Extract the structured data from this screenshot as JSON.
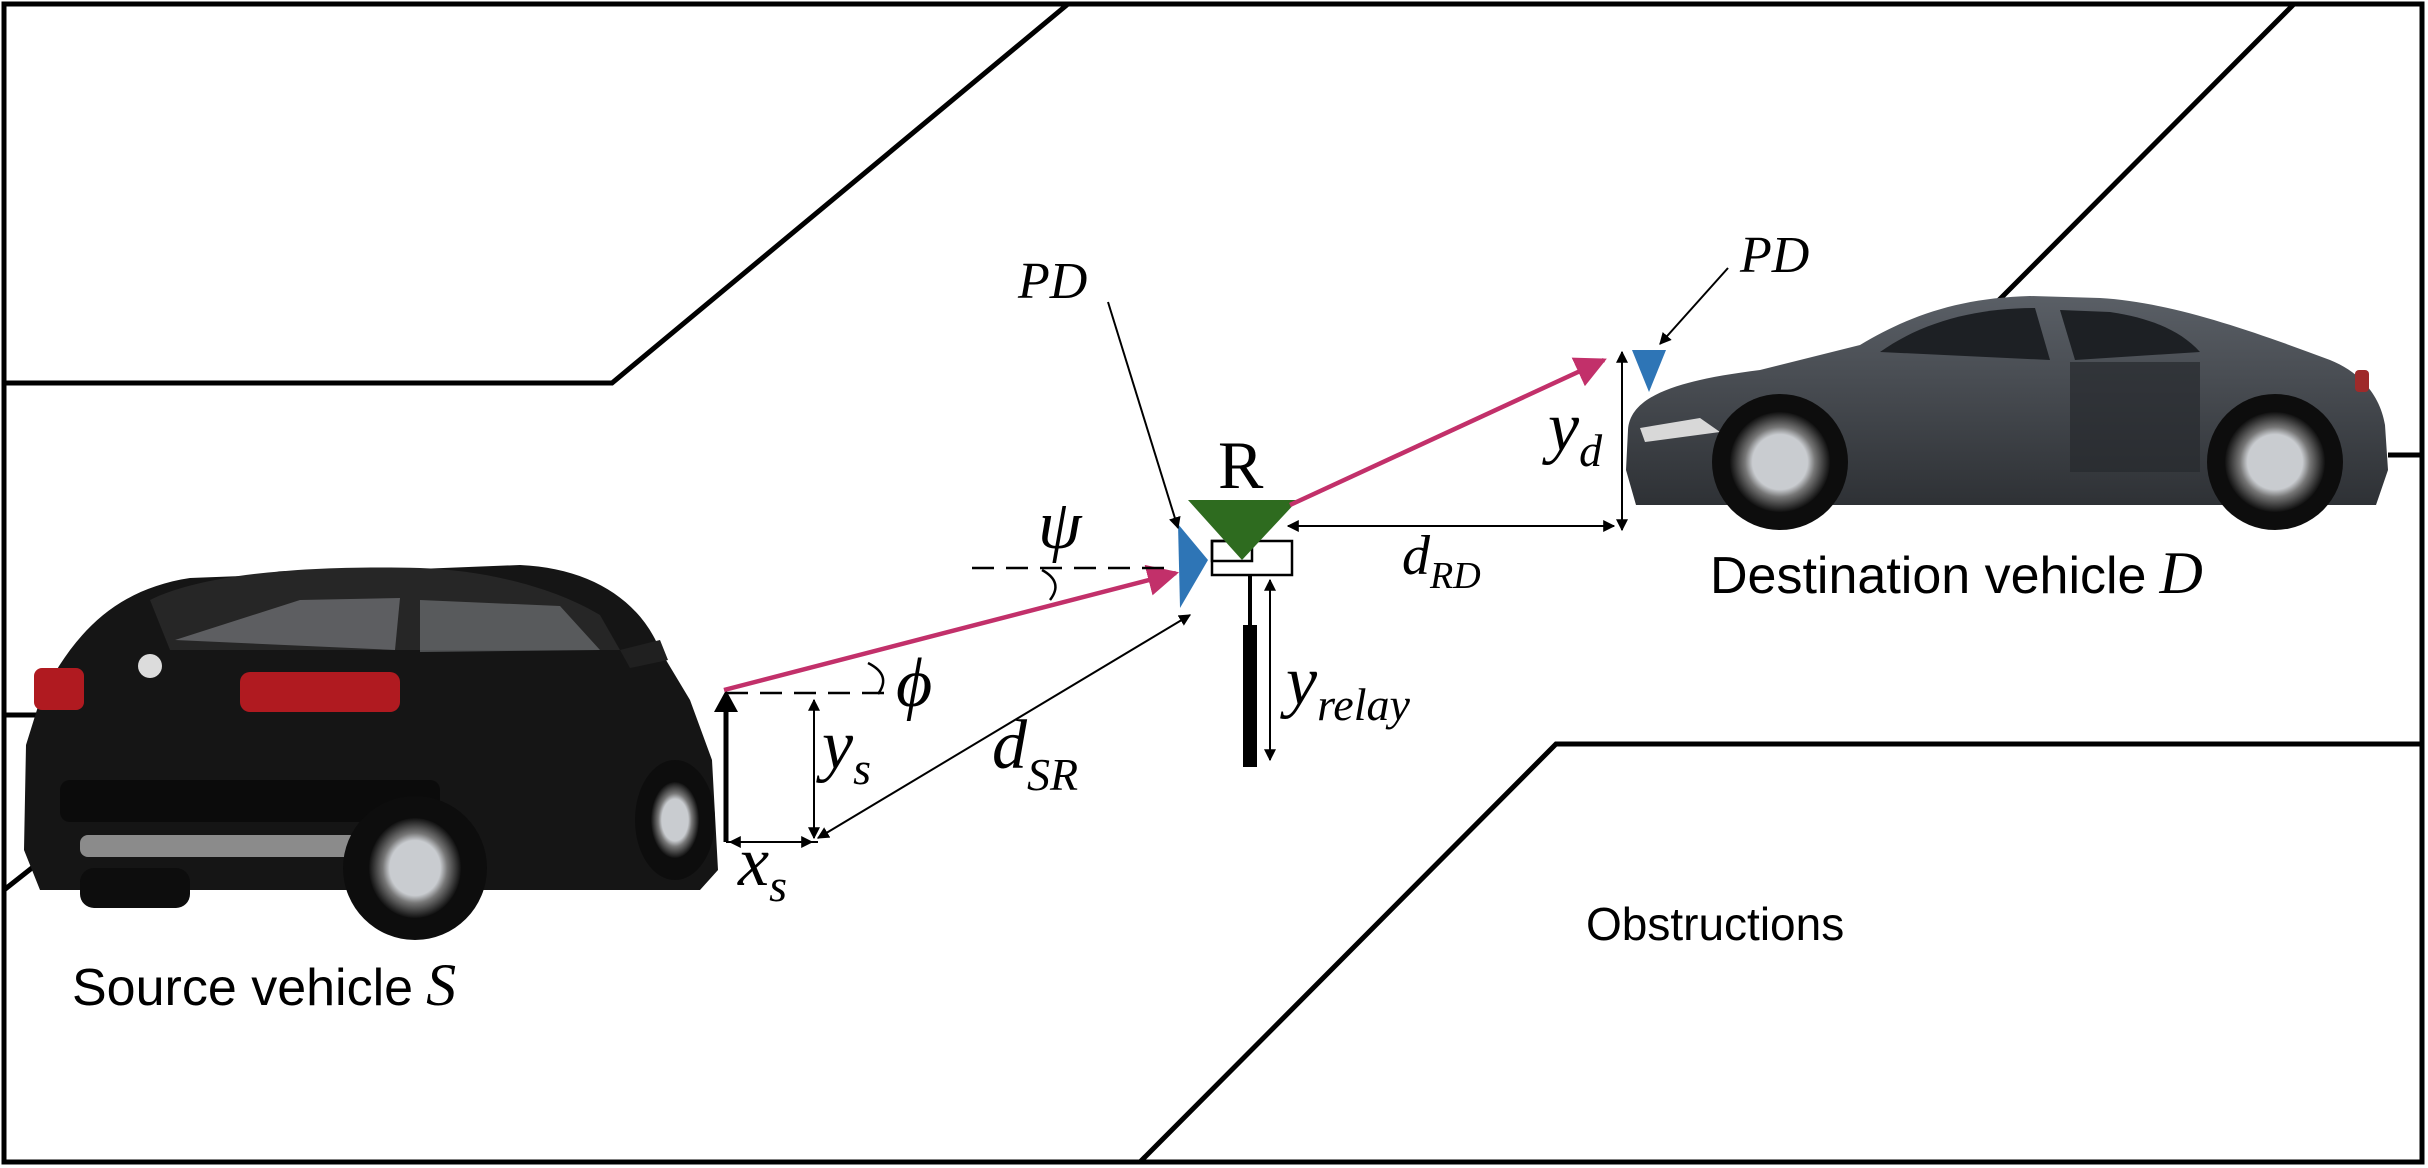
{
  "labels": {
    "source_caption": "Source vehicle",
    "source_symbol": "S",
    "destination_caption": "Destination vehicle",
    "destination_symbol": "D",
    "obstructions": "Obstructions",
    "relay": "R",
    "pd_relay": "PD",
    "pd_destination": "PD",
    "psi": "ψ",
    "phi": "ϕ",
    "x_s": {
      "base": "x",
      "sub": "s"
    },
    "y_s": {
      "base": "y",
      "sub": "s"
    },
    "y_d": {
      "base": "y",
      "sub": "d"
    },
    "d_sr": {
      "base": "d",
      "sub": "SR"
    },
    "d_rd": {
      "base": "d",
      "sub": "RD"
    },
    "y_relay": {
      "base": "y",
      "sub": "relay"
    }
  },
  "colors": {
    "beam": "#c2306a",
    "relay_triangle": "#2e6b1f",
    "photodetector": "#2e75b6",
    "line": "#000000",
    "source_car": "#151515",
    "destination_car": "#3e4247"
  },
  "icons": {
    "source_car": "suv-rear-view-icon",
    "destination_car": "sports-car-side-view-icon"
  }
}
